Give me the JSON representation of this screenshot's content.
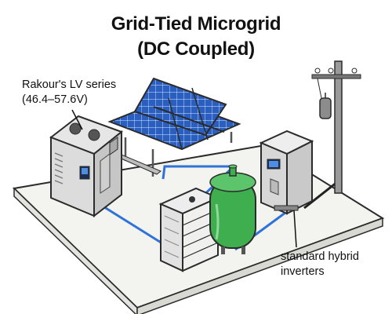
{
  "title": {
    "line1": "Grid-Tied Microgrid",
    "line2": "(DC Coupled)"
  },
  "labels": {
    "battery_line1": "Rakour's LV series",
    "battery_line2": "(46.4–57.6V)",
    "inverter_line1": "standard hybrid",
    "inverter_line2": "inverters"
  },
  "colors": {
    "cable": "#2f73d9",
    "solar_cell": "#2a5fc0",
    "tank": "#3fae4f",
    "platform": "#f2f2ef",
    "outline": "#2b2b2b"
  },
  "icons": [
    "battery-cabinet-icon",
    "solar-panel-icon",
    "battery-rack-icon",
    "storage-tank-icon",
    "inverter-icon",
    "utility-pole-icon"
  ]
}
